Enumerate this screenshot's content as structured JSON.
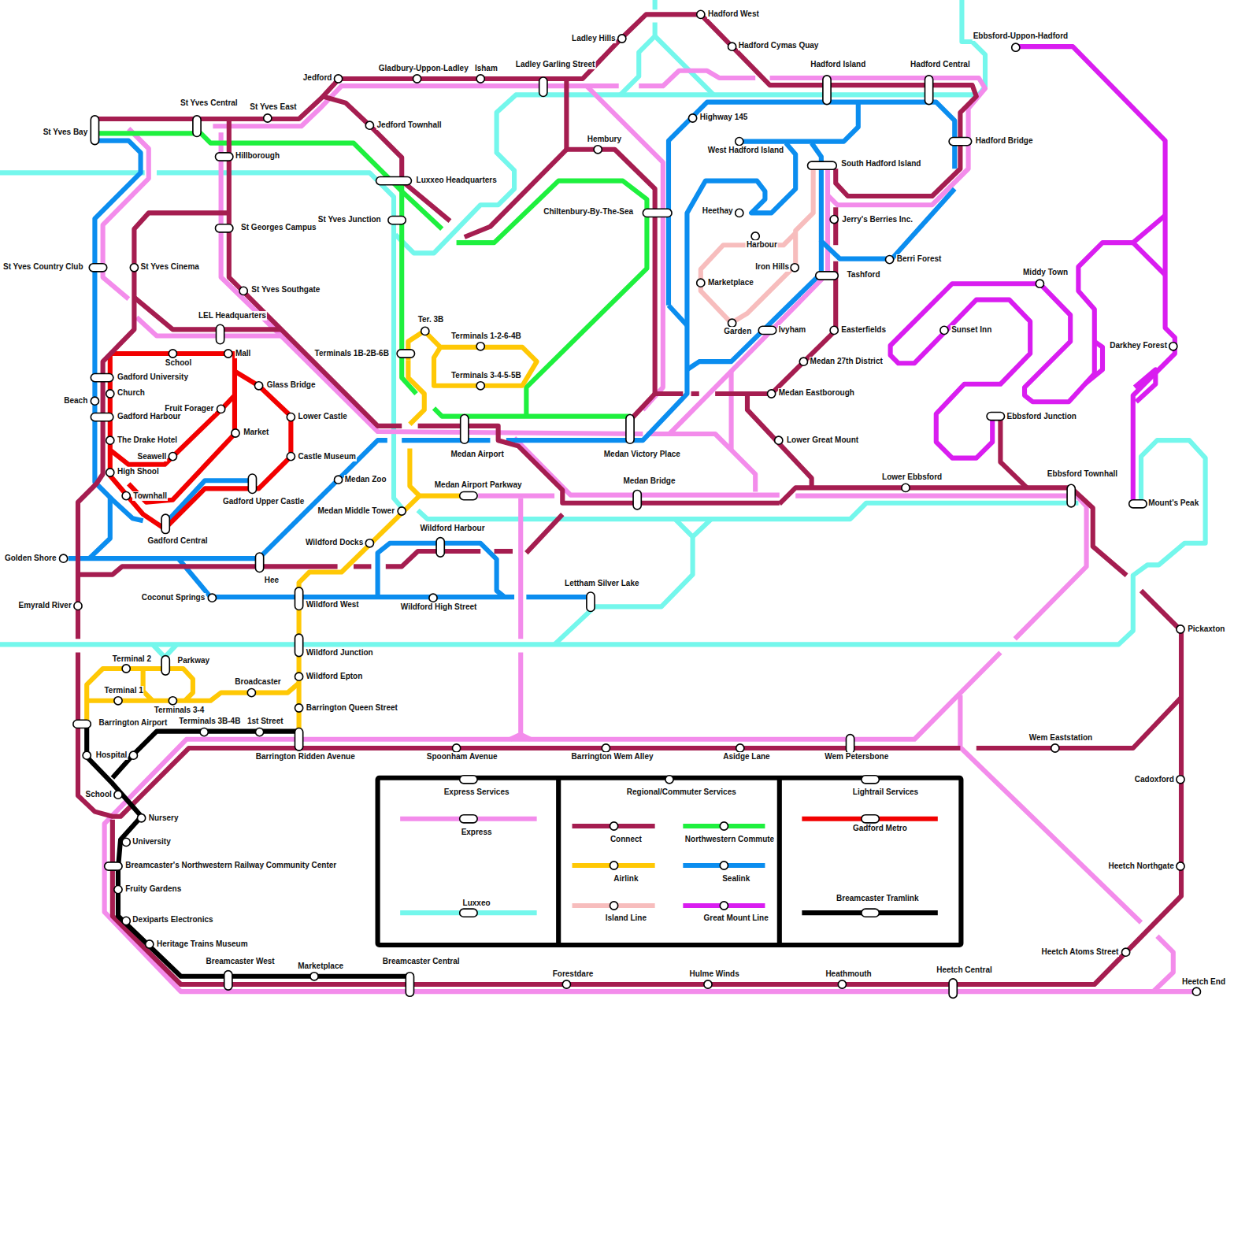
{
  "diagram": {
    "labels": [
      "Hadford West",
      "Hadford Cymas Quay",
      "Ladley Hills",
      "Ebbsford-Uppon-Hadford",
      "Jedford",
      "Gladbury-Uppon-Ladley",
      "Isham",
      "Ladley Garling Street",
      "Hadford Island",
      "Hadford Central",
      "St Yves Central",
      "St Yves East",
      "St Yves Bay",
      "Jedford Townhall",
      "Hembury",
      "Highway 145",
      "West Hadford Island",
      "Hadford Bridge",
      "South Hadford Island",
      "Hillborough",
      "Luxxeo Headquarters",
      "Heethay",
      "Chiltenbury-By-The-Sea",
      "Jerry's Berries Inc.",
      "St Yves Junction",
      "St Georges Campus",
      "Harbour",
      "Berri Forest",
      "Iron Hills",
      "St Yves Country Club",
      "St Yves Cinema",
      "Middy Town",
      "Tashford",
      "Marketplace",
      "St Yves Southgate",
      "LEL Headquarters",
      "Ter. 3B",
      "Garden",
      "Ivyham",
      "Easterfields",
      "Sunset Inn",
      "Terminals 1-2-6-4B",
      "Darkhey Forest",
      "Terminals 1B-2B-6B",
      "Mall",
      "School",
      "Medan 27th District",
      "Terminals 3-4-5-5B",
      "Gadford University",
      "Glass Bridge",
      "Church",
      "Medan Eastborough",
      "Beach",
      "Fruit Forager",
      "Gadford Harbour",
      "Lower Castle",
      "Ebbsford Junction",
      "Market",
      "The Drake Hotel",
      "Lower Great Mount",
      "Medan Airport",
      "Medan Victory Place",
      "Seawell",
      "Castle Museum",
      "High Shool",
      "Ebbsford Townhall",
      "Lower Ebbsford",
      "Medan Zoo",
      "Medan Bridge",
      "Medan Airport Parkway",
      "Townhall",
      "Gadford Upper Castle",
      "Mount's Peak",
      "Medan Middle Tower",
      "Gadford Central",
      "Wildford Harbour",
      "Wildford Docks",
      "Golden Shore",
      "Hee",
      "Lettham Silver Lake",
      "Coconut Springs",
      "Wildford West",
      "Emyrald River",
      "Wildford High Street",
      "Pickaxton",
      "Wildford Junction",
      "Terminal 2",
      "Parkway",
      "Wildford Epton",
      "Broadcaster",
      "Terminal 1",
      "Terminals 3-4",
      "Barrington Queen Street",
      "Barrington Airport",
      "Terminals 3B-4B",
      "1st Street",
      "Wem Eaststation",
      "Hospital",
      "Barrington Ridden Avenue",
      "Spoonham Avenue",
      "Barrington Wem Alley",
      "Asidge Lane",
      "Wem Petersbone",
      "Cadoxford",
      "School",
      "Nursery",
      "University",
      "Breamcaster's Northwestern Railway Community Center",
      "Heetch Northgate",
      "Fruity Gardens",
      "Dexiparts Electronics",
      "Heritage Trains Museum",
      "Heetch Atoms Street",
      "Breamcaster West",
      "Marketplace",
      "Breamcaster Central",
      "Heetch Central",
      "Forestdare",
      "Hulme Winds",
      "Heathmouth",
      "Heetch End",
      "Express Services",
      "Regional/Commuter Services",
      "Lightrail Services"
    ],
    "legend": [
      {
        "text": "Express",
        "color": "#f38ceb"
      },
      {
        "text": "Luxxeo",
        "color": "#74f7ec"
      },
      {
        "text": "Connect",
        "color": "#a51d50"
      },
      {
        "text": "Northwestern Commute",
        "color": "#1ef03e"
      },
      {
        "text": "Airlink",
        "color": "#ffc805"
      },
      {
        "text": "Sealink",
        "color": "#0b8def"
      },
      {
        "text": "Island Line",
        "color": "#f7bdbd"
      },
      {
        "text": "Great Mount Line",
        "color": "#d91df0"
      },
      {
        "text": "Gadford Metro",
        "color": "#f20000"
      },
      {
        "text": "Breamcaster Tramlink",
        "color": "#000000"
      }
    ]
  }
}
